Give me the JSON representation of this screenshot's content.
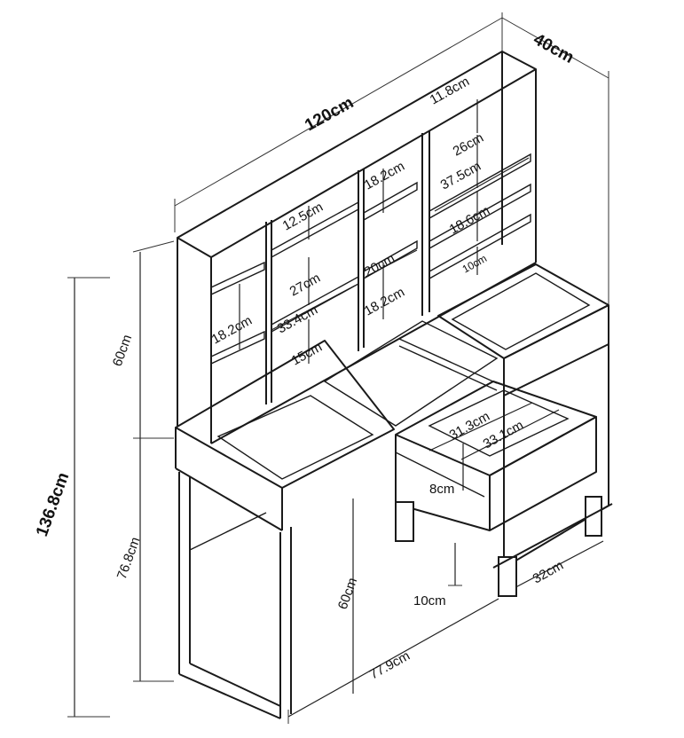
{
  "dimensions": {
    "overall_width": "120cm",
    "overall_depth": "40cm",
    "overall_height": "136.8cm",
    "hutch_height": "60cm",
    "desk_height": "76.8cm",
    "top_shelf_gap": "11.8cm",
    "right_shelf_a": "26cm",
    "right_shelf_width": "37.5cm",
    "right_shelf_b": "18.6cm",
    "right_shelf_c": "10cm",
    "middle_shelf_a": "18.2cm",
    "middle_shelf_b": "20cm",
    "middle_shelf_c": "18.2cm",
    "center_shelf_top": "12.5cm",
    "center_shelf_mid": "27cm",
    "center_shelf_width": "33.4cm",
    "center_shelf_bottom": "15cm",
    "left_shelf": "18.2cm",
    "drawer_width_a": "31.3cm",
    "drawer_width_b": "33.1cm",
    "drawer_depth": "8cm",
    "knee_height": "60cm",
    "leg_height": "10cm",
    "cabinet_depth": "32cm",
    "desk_length": "77.9cm"
  }
}
